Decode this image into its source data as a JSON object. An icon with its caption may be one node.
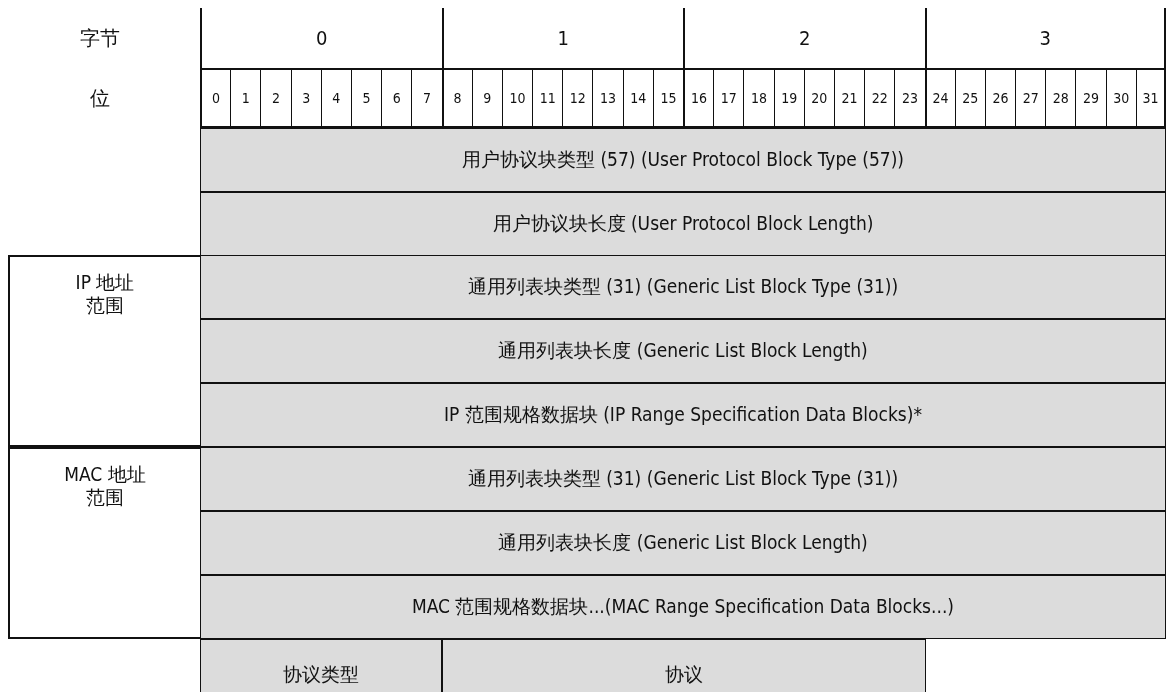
{
  "diagram": {
    "nodes": [
      {
        "text": [
          "用户协议块类型 (57) (User Protocol Block Type (57))"
        ]
      },
      {
        "text": [
          "用户协议块长度 (User Protocol Block Length)"
        ]
      },
      {
        "text": [
          "IP 地址范围"
        ]
      },
      {
        "text": [
          "通用列表块类型 (31) (Generic List Block Type (31))"
        ]
      },
      {
        "text": [
          "通用列表块长度 (Generic List Block Length)"
        ]
      },
      {
        "text": [
          "IP 范围规格数据块 (IP Range Specification Data Blocks)*"
        ]
      },
      {
        "text": [
          "MAC 地址范围"
        ]
      },
      {
        "text": [
          "通用列表块类型 (31) (Generic List Block Type (31))"
        ]
      },
      {
        "text": [
          "通用列表块长度 (Generic List Block Length)"
        ]
      },
      {
        "text": [
          "MAC 范围规格数据块...(MAC Range Specification Data Blocks...)"
        ]
      },
      {
        "text": [
          "协议类型"
        ]
      },
      {
        "text": [
          "协议"
        ]
      }
    ],
    "labels": [
      "字节",
      "0",
      "1",
      "2",
      "3",
      "位",
      "0",
      "1",
      "2",
      "3",
      "4",
      "5",
      "6",
      "7",
      "8",
      "9",
      "10",
      "11",
      "12",
      "13",
      "14",
      "15",
      "16",
      "17",
      "18",
      "19",
      "20",
      "21",
      "22",
      "23",
      "24",
      "25",
      "26",
      "27",
      "28",
      "29",
      "30",
      "31"
    ]
  }
}
